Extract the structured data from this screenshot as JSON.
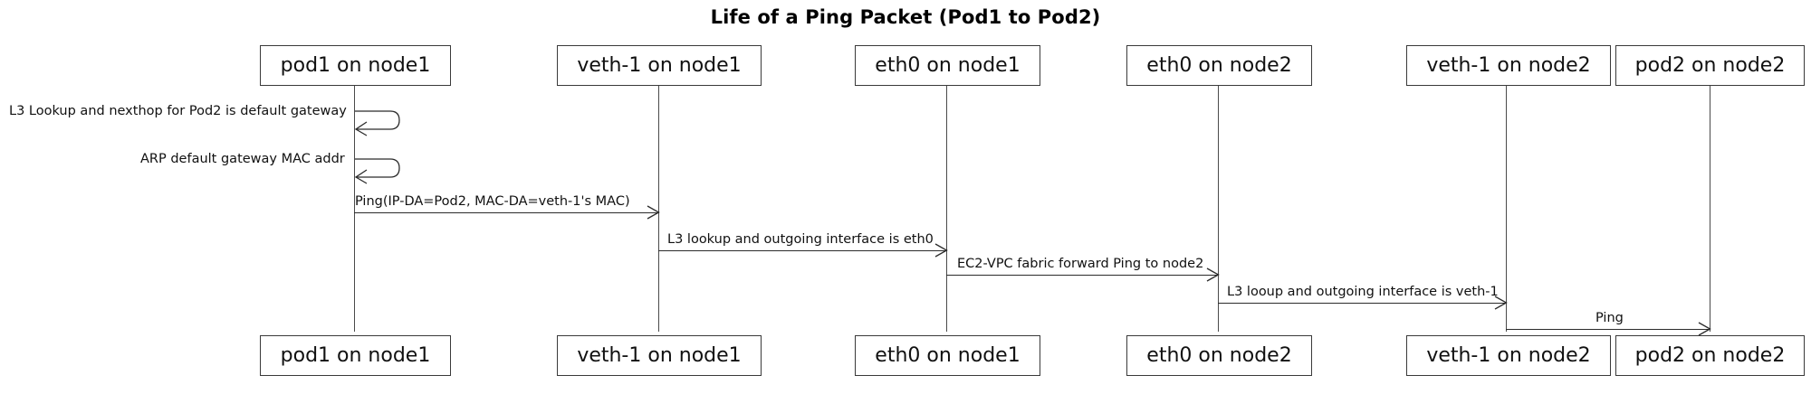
{
  "diagram": {
    "title": "Life of a Ping Packet (Pod1 to Pod2)",
    "type": "sequence-diagram",
    "background_color": "#ffffff",
    "line_color": "#2b2b2b",
    "text_color": "#111111"
  },
  "participants": [
    {
      "id": "pod1-node1",
      "label": "pod1 on node1"
    },
    {
      "id": "veth1-node1",
      "label": "veth-1 on node1"
    },
    {
      "id": "eth0-node1",
      "label": "eth0 on node1"
    },
    {
      "id": "eth0-node2",
      "label": "eth0 on node2"
    },
    {
      "id": "veth1-node2",
      "label": "veth-1 on node2"
    },
    {
      "id": "pod2-node2",
      "label": "pod2 on node2"
    }
  ],
  "messages": [
    {
      "index": 1,
      "kind": "self",
      "from": "pod1 on node1",
      "to": "pod1 on node1",
      "label": "L3 Lookup and nexthop for Pod2 is default gateway"
    },
    {
      "index": 2,
      "kind": "self",
      "from": "pod1 on node1",
      "to": "pod1 on node1",
      "label": "ARP default gateway MAC addr"
    },
    {
      "index": 3,
      "kind": "arrow",
      "from": "pod1 on node1",
      "to": "veth-1 on node1",
      "label": "Ping(IP-DA=Pod2, MAC-DA=veth-1's MAC)"
    },
    {
      "index": 4,
      "kind": "arrow",
      "from": "veth-1 on node1",
      "to": "eth0 on node1",
      "label": "L3 lookup and outgoing interface is eth0"
    },
    {
      "index": 5,
      "kind": "arrow",
      "from": "eth0 on node1",
      "to": "eth0 on node2",
      "label": "EC2-VPC fabric forward Ping to node2"
    },
    {
      "index": 6,
      "kind": "arrow",
      "from": "eth0 on node2",
      "to": "veth-1 on node2",
      "label": "L3 looup and outgoing interface is veth-1"
    },
    {
      "index": 7,
      "kind": "arrow",
      "from": "veth-1 on node2",
      "to": "pod2 on node2",
      "label": "Ping"
    }
  ]
}
